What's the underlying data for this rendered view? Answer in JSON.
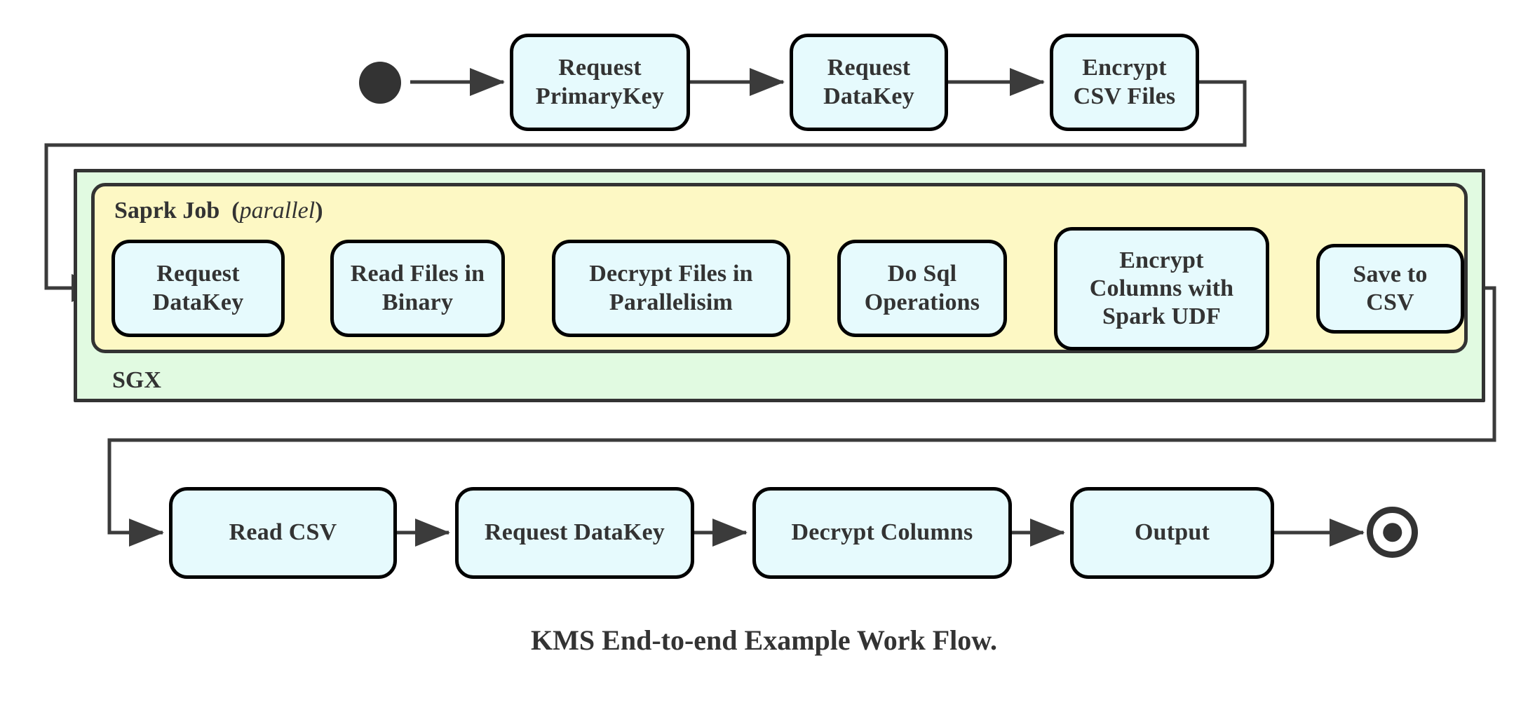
{
  "diagram": {
    "caption": "KMS End-to-end Example Work Flow.",
    "colors": {
      "node_fill": "#e6fafd",
      "node_stroke": "#000000",
      "sgx_fill": "#e1fae1",
      "spark_fill": "#fdf8c4",
      "group_stroke": "#333333",
      "edge_stroke": "#3b3b3b",
      "text": "#333333",
      "background": "#ffffff"
    },
    "start_node": {
      "name": "start"
    },
    "end_node": {
      "name": "end"
    },
    "groups": [
      {
        "id": "sgx",
        "label": "SGX",
        "label_position": "bottom-left"
      },
      {
        "id": "spark",
        "label_bold": "Saprk Job",
        "label_paren_open": "(",
        "label_italic": "parallel",
        "label_paren_close": ")",
        "label_position": "top-left"
      }
    ],
    "rows": {
      "row1": [
        {
          "id": "request-primarykey",
          "lines": [
            "Request",
            "PrimaryKey"
          ]
        },
        {
          "id": "request-datakey-1",
          "lines": [
            "Request",
            "DataKey"
          ]
        },
        {
          "id": "encrypt-csv-files",
          "lines": [
            "Encrypt",
            "CSV Files"
          ]
        }
      ],
      "row2": [
        {
          "id": "request-datakey-2",
          "lines": [
            "Request",
            "DataKey"
          ]
        },
        {
          "id": "read-files-in-binary",
          "lines": [
            "Read Files in",
            "Binary"
          ]
        },
        {
          "id": "decrypt-files-in-parallelisim",
          "lines": [
            "Decrypt Files in",
            "Parallelisim"
          ]
        },
        {
          "id": "do-sql-operations",
          "lines": [
            "Do Sql",
            "Operations"
          ]
        },
        {
          "id": "encrypt-columns-with-spark-udf",
          "lines": [
            "Encrypt",
            "Columns with",
            "Spark UDF"
          ]
        },
        {
          "id": "save-to-csv",
          "lines": [
            "Save to CSV"
          ]
        }
      ],
      "row3": [
        {
          "id": "read-csv",
          "lines": [
            "Read CSV"
          ]
        },
        {
          "id": "request-datakey-3",
          "lines": [
            "Request DataKey"
          ]
        },
        {
          "id": "decrypt-columns",
          "lines": [
            "Decrypt Columns"
          ]
        },
        {
          "id": "output",
          "lines": [
            "Output"
          ]
        }
      ]
    },
    "flow_sequence": [
      "start",
      "Request PrimaryKey",
      "Request DataKey",
      "Encrypt CSV Files",
      "Request DataKey",
      "Read Files in Binary",
      "Decrypt Files in Parallelisim",
      "Do Sql Operations",
      "Encrypt Columns with Spark UDF",
      "Save to CSV",
      "Read CSV",
      "Request DataKey",
      "Decrypt Columns",
      "Output",
      "end"
    ]
  }
}
